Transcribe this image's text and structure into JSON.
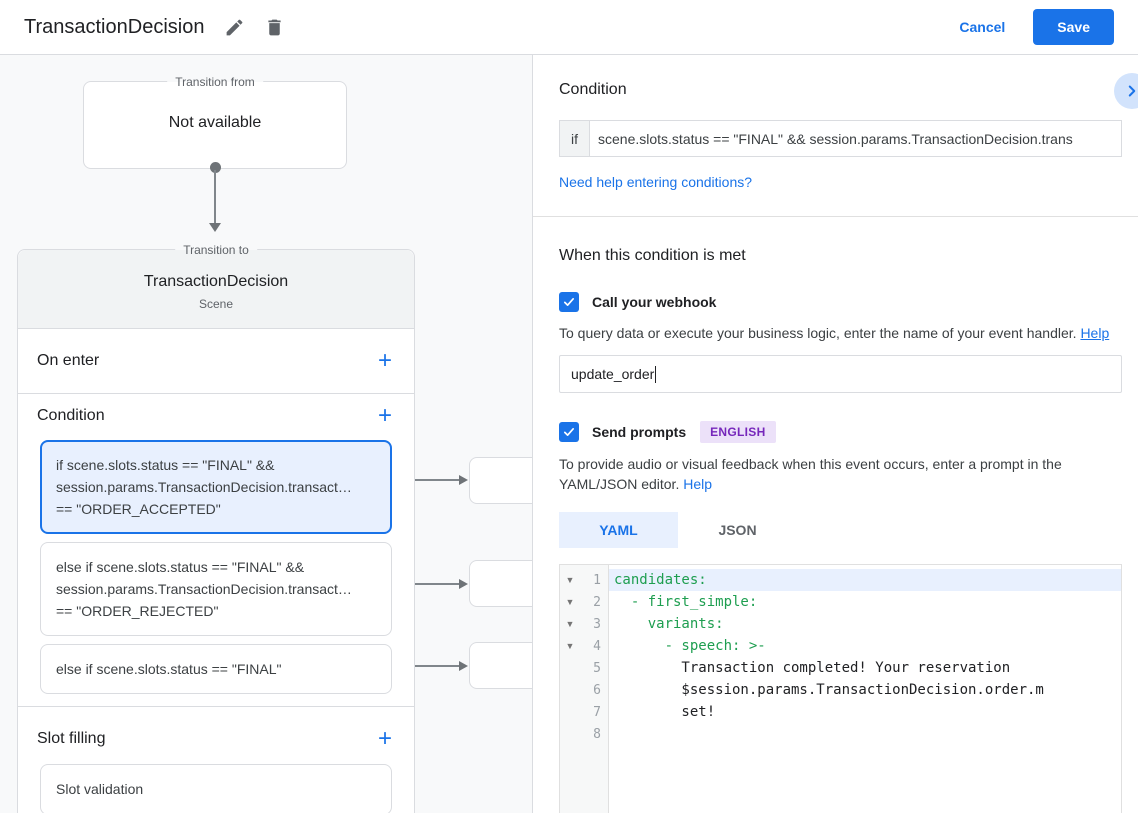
{
  "topbar": {
    "title": "TransactionDecision",
    "cancel": "Cancel",
    "save": "Save"
  },
  "canvas": {
    "from_box": {
      "legend": "Transition from",
      "text": "Not available"
    },
    "card": {
      "legend": "Transition to",
      "title": "TransactionDecision",
      "subtitle": "Scene",
      "on_enter": "On enter",
      "condition": "Condition",
      "slot_filling": "Slot filling",
      "slot_validation": "Slot validation",
      "conditions": [
        {
          "line1": "if scene.slots.status == \"FINAL\" &&",
          "line2": "session.params.TransactionDecision.transact…",
          "line3": "== \"ORDER_ACCEPTED\""
        },
        {
          "line1": "else if scene.slots.status == \"FINAL\" &&",
          "line2": "session.params.TransactionDecision.transact…",
          "line3": "== \"ORDER_REJECTED\""
        },
        {
          "line1": "else if scene.slots.status == \"FINAL\""
        }
      ]
    }
  },
  "panel": {
    "condition_heading": "Condition",
    "if_label": "if",
    "if_value": "scene.slots.status == \"FINAL\" && session.params.TransactionDecision.trans",
    "conditions_help": "Need help entering conditions?",
    "when_heading": "When this condition is met",
    "webhook_label": "Call your webhook",
    "webhook_desc": "To query data or execute your business logic, enter the name of your event handler.",
    "webhook_help": "Help",
    "webhook_value": "update_order",
    "prompts_label": "Send prompts",
    "prompts_badge": "ENGLISH",
    "prompts_desc": "To provide audio or visual feedback when this event occurs, enter a prompt in the YAML/JSON editor.",
    "prompts_help": "Help",
    "tab_yaml": "YAML",
    "tab_json": "JSON",
    "editor": {
      "lines": [
        {
          "num": "1",
          "code": "candidates:"
        },
        {
          "num": "2",
          "code": "  - first_simple:"
        },
        {
          "num": "3",
          "code": "    variants:"
        },
        {
          "num": "4",
          "code": "      - speech: >-"
        },
        {
          "num": "5",
          "code": "        Transaction completed! Your reservation"
        },
        {
          "num": "6",
          "code": "        $session.params.TransactionDecision.order.m"
        },
        {
          "num": "7",
          "code": "        set!"
        },
        {
          "num": "8",
          "code": ""
        }
      ]
    }
  },
  "colors": {
    "accent": "#1a73e8",
    "selected_bg": "#e8f0fe",
    "badge_bg": "#ece1f9",
    "badge_text": "#7627bb",
    "code_key_green": "#1e9e50"
  }
}
